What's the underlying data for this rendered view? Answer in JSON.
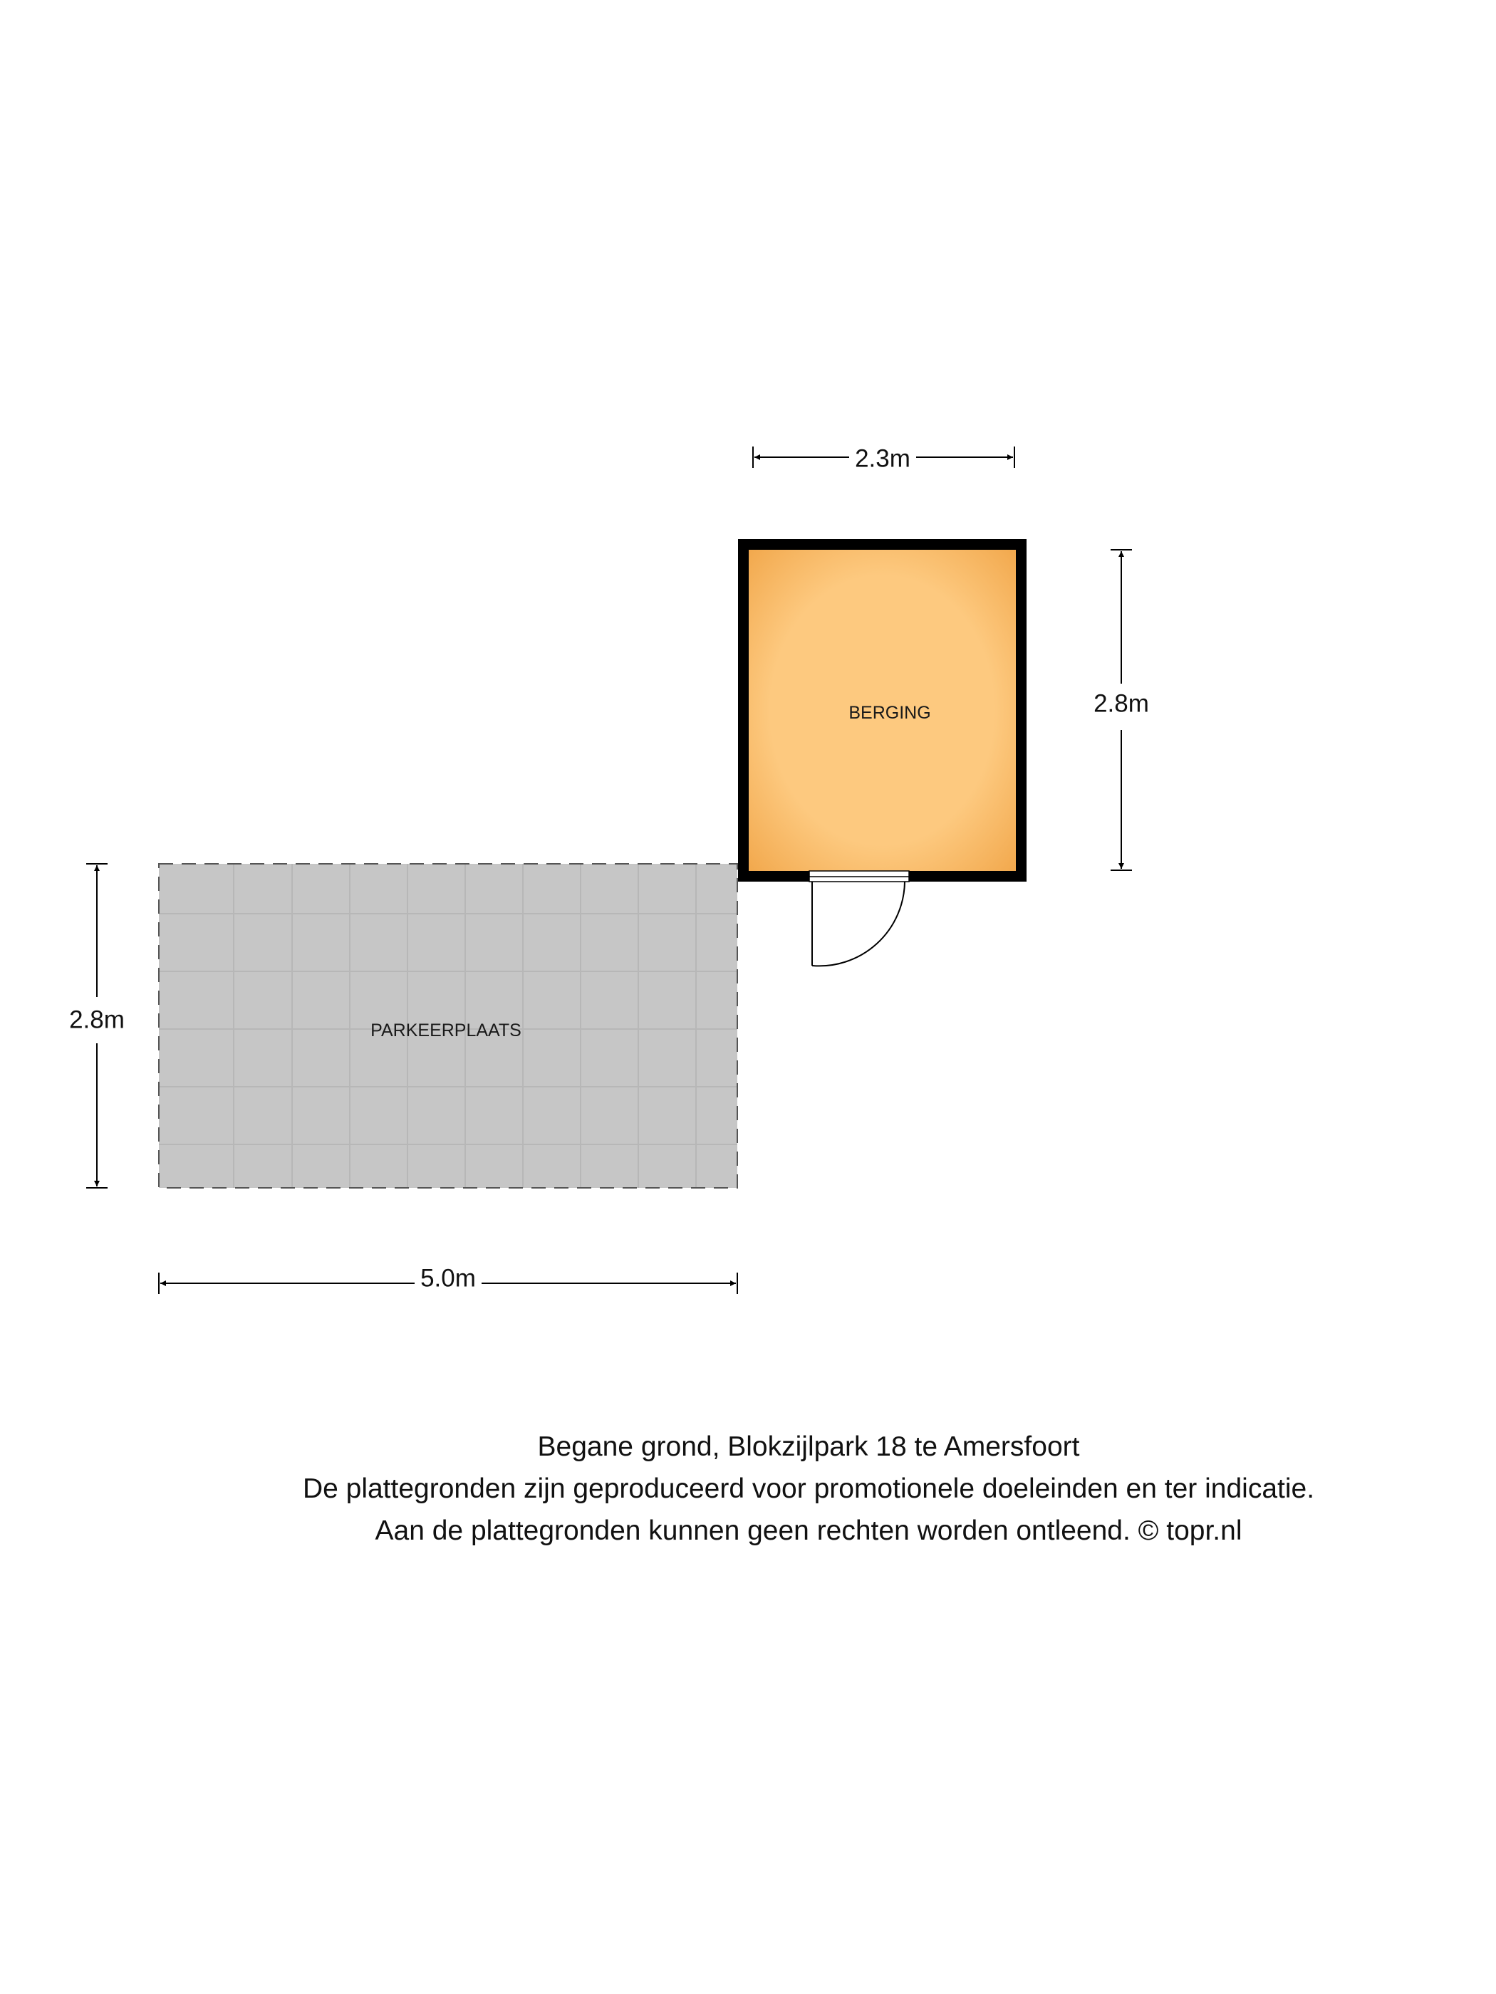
{
  "rooms": {
    "berging": {
      "label": "BERGING",
      "fill": "#fdc57c",
      "wall_color": "#000000"
    },
    "parkeerplaats": {
      "label": "PARKEERPLAATS",
      "fill": "#c4c4c4"
    }
  },
  "dimensions": {
    "berging_width": "2.3m",
    "berging_depth": "2.8m",
    "parking_depth": "2.8m",
    "parking_width": "5.0m"
  },
  "caption": {
    "line1": "Begane grond, Blokzijlpark 18 te Amersfoort",
    "line2": "De plattegronden zijn geproduceerd voor promotionele doeleinden en ter indicatie.",
    "line3": "Aan de plattegronden kunnen geen rechten worden ontleend. © topr.nl"
  }
}
